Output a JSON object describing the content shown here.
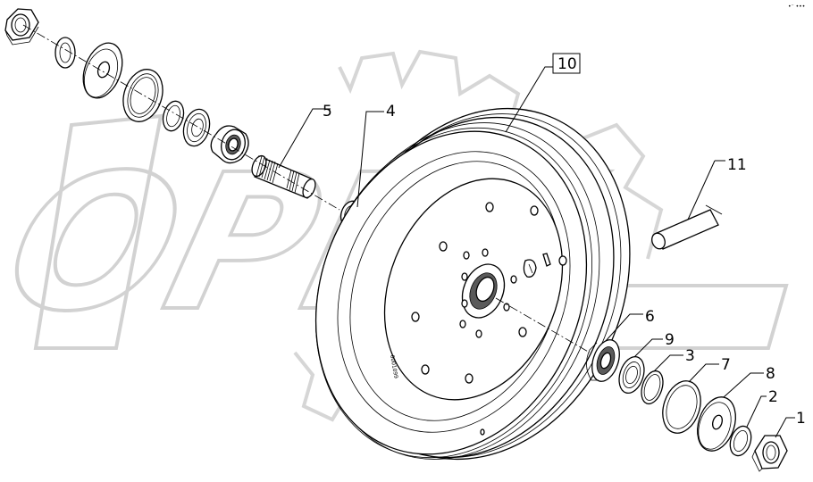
{
  "watermark": {
    "text": "OPEX",
    "gear_color": "#d6d6d6"
  },
  "corner_mark": "•⁻ •••",
  "callouts": [
    {
      "id": "1",
      "label": "1"
    },
    {
      "id": "2",
      "label": "2"
    },
    {
      "id": "3",
      "label": "3"
    },
    {
      "id": "4",
      "label": "4"
    },
    {
      "id": "5",
      "label": "5"
    },
    {
      "id": "6",
      "label": "6"
    },
    {
      "id": "7",
      "label": "7"
    },
    {
      "id": "8",
      "label": "8"
    },
    {
      "id": "9",
      "label": "9"
    },
    {
      "id": "10",
      "label": "10",
      "boxed": true
    },
    {
      "id": "11",
      "label": "11"
    }
  ],
  "wheel_stamp": "0001099"
}
